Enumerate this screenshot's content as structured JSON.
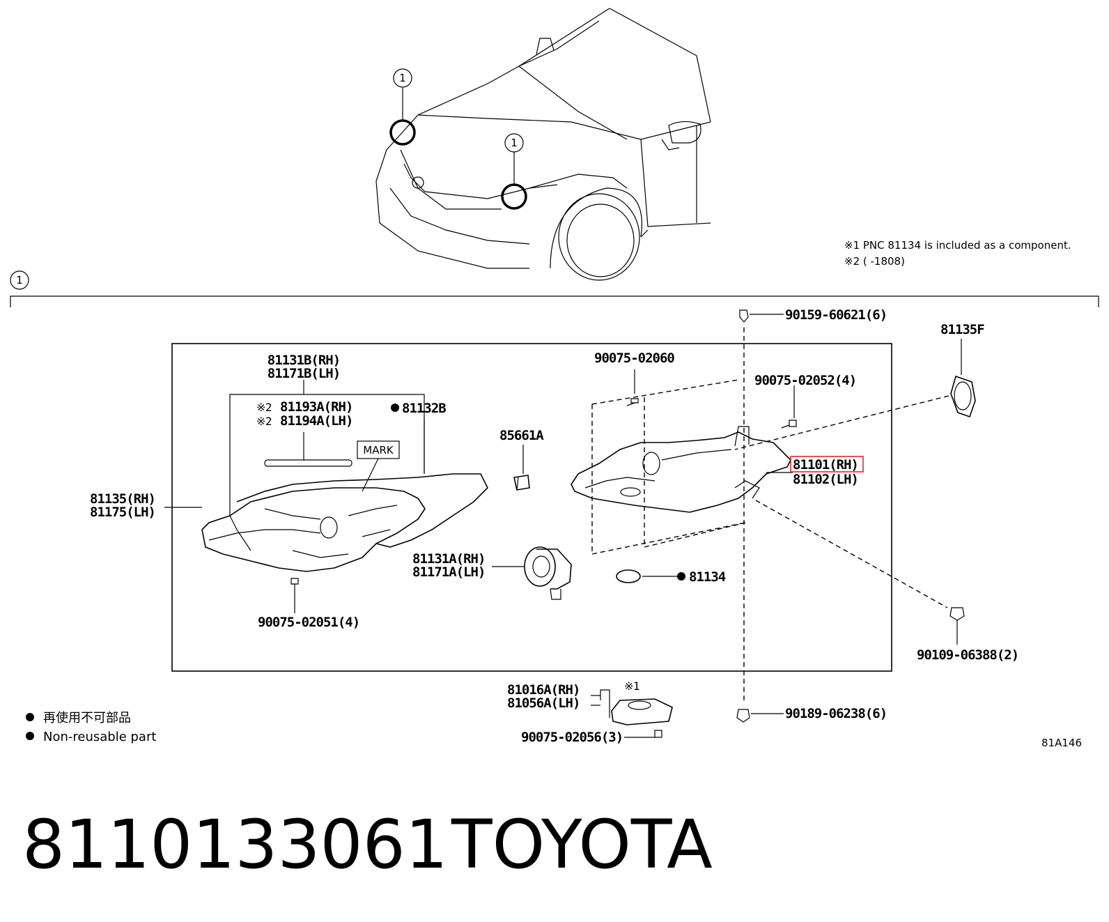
{
  "notes": {
    "note1": "※1 PNC 81134 is included as a component.",
    "note2": "※2 (       -1808)"
  },
  "callouts": {
    "car_marker_1": "1",
    "car_marker_2": "1",
    "section_marker": "1"
  },
  "labels": {
    "p90159": "90159-60621(6)",
    "p81135F": "81135F",
    "p90075_02060": "90075-02060",
    "p90075_02052": "90075-02052(4)",
    "p81131B_rh": "81131B(RH)",
    "p81171B_lh": "81171B(LH)",
    "p81193A_pre": "※2",
    "p81193A": "81193A(RH)",
    "p81194A_pre": "※2",
    "p81194A": "81194A(LH)",
    "p81132B": "81132B",
    "mark": "MARK",
    "p85661A": "85661A",
    "p81101": "81101(RH)",
    "p81102": "81102(LH)",
    "p81135_rh": "81135(RH)",
    "p81175_lh": "81175(LH)",
    "p81131A_rh": "81131A(RH)",
    "p81171A_lh": "81171A(LH)",
    "p81134": "81134",
    "p90075_02051": "90075-02051(4)",
    "p90109": "90109-06388(2)",
    "p81016A_rh": "81016A(RH)",
    "p81056A_lh": "81056A(LH)",
    "p81016A_note": "※1",
    "p90189": "90189-06238(6)",
    "p90075_02056": "90075-02056(3)"
  },
  "legend": {
    "line1": "再使用不可部品",
    "line2": "Non-reusable part"
  },
  "diagram_ref": "81A146",
  "footer": {
    "part_number": "8110133061",
    "brand": "TOYOTA"
  },
  "colors": {
    "highlight": "#e8252b"
  }
}
